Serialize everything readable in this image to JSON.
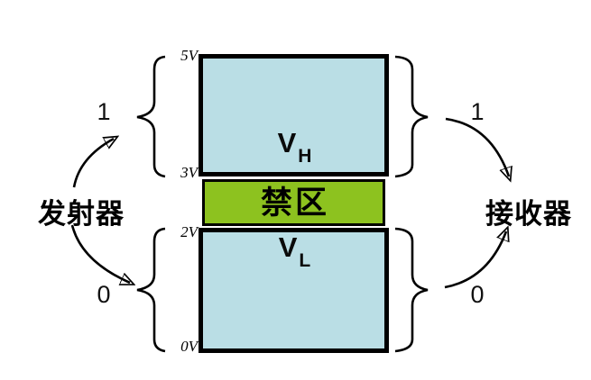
{
  "diagram": {
    "title_semantic": "logic-voltage-levels",
    "transmitter": {
      "label": "发射器",
      "bit_one": "1",
      "bit_zero": "0"
    },
    "receiver": {
      "label": "接收器",
      "bit_one": "1",
      "bit_zero": "0"
    },
    "voltage_ticks": {
      "v5": "5V",
      "v3": "3V",
      "v2": "2V",
      "v0": "0V"
    },
    "regions": {
      "high": {
        "symbol": "V",
        "subscript": "H"
      },
      "forbidden": {
        "label": "禁区"
      },
      "low": {
        "symbol": "V",
        "subscript": "L"
      }
    },
    "colors": {
      "level_fill": "#badee5",
      "forbidden_fill": "#8dc21f",
      "outline": "#000000",
      "background": "#ffffff"
    }
  }
}
